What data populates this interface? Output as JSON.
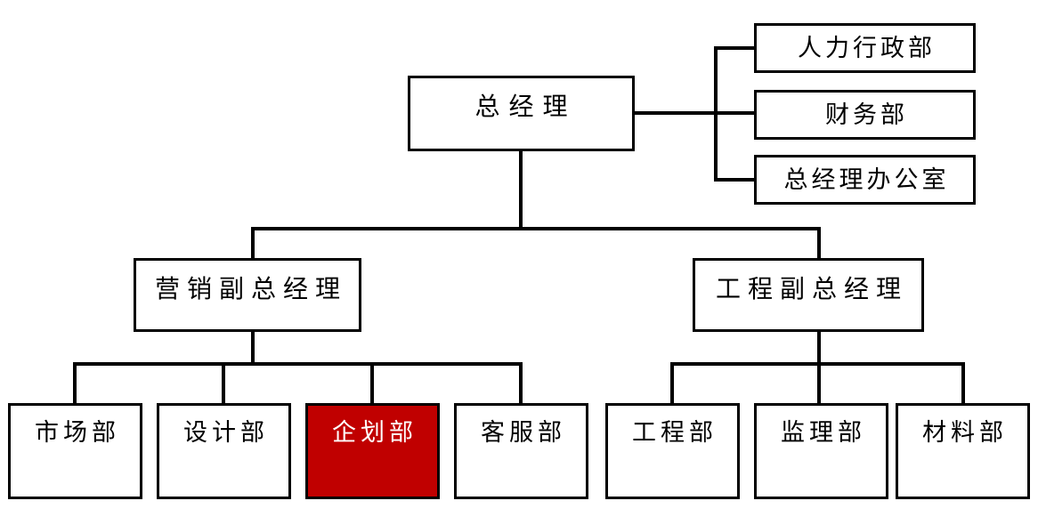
{
  "page": {
    "background": "#ffffff"
  },
  "org_chart": {
    "root": {
      "label": "总经理"
    },
    "staff_departments": [
      {
        "label": "人力行政部"
      },
      {
        "label": "财务部"
      },
      {
        "label": "总经理办公室"
      }
    ],
    "branches": [
      {
        "label": "营销副总经理",
        "departments": [
          {
            "label": "市场部",
            "highlighted": false
          },
          {
            "label": "设计部",
            "highlighted": false
          },
          {
            "label": "企划部",
            "highlighted": true
          },
          {
            "label": "客服部",
            "highlighted": false
          }
        ]
      },
      {
        "label": "工程副总经理",
        "departments": [
          {
            "label": "工程部",
            "highlighted": false
          },
          {
            "label": "监理部",
            "highlighted": false
          },
          {
            "label": "材料部",
            "highlighted": false
          }
        ]
      }
    ],
    "colors": {
      "box_fill": "#ffffff",
      "box_border": "#000000",
      "text": "#000000",
      "connector": "#000000",
      "highlight_fill": "#c00000",
      "highlight_text": "#ffffff"
    }
  }
}
